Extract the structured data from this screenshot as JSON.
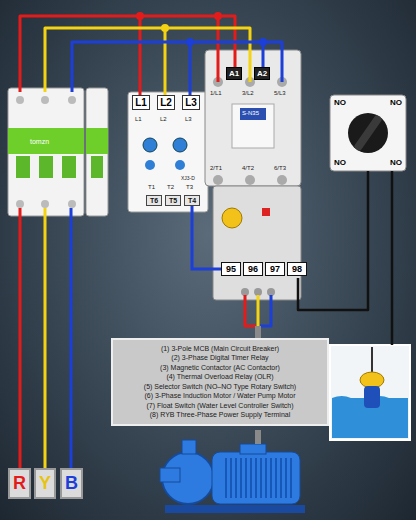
{
  "diagram": {
    "nodes": [
      {
        "text": [
          "L1"
        ]
      },
      {
        "text": [
          "L2"
        ]
      },
      {
        "text": [
          "L3"
        ]
      },
      {
        "text": [
          "A1"
        ]
      },
      {
        "text": [
          "A2"
        ]
      },
      {
        "text": [
          "T6"
        ]
      },
      {
        "text": [
          "T5"
        ]
      },
      {
        "text": [
          "T4"
        ]
      },
      {
        "text": [
          "95"
        ]
      },
      {
        "text": [
          "96"
        ]
      },
      {
        "text": [
          "97"
        ]
      },
      {
        "text": [
          "98"
        ]
      },
      {
        "text": [
          "(1) 3-Pole MCB (Main Circuit Breaker)",
          "(2) 3-Phase Digital Timer Relay",
          "(3) Magnetic Contactor (AC Contactor)",
          "(4) Thermal Overload Relay (OLR)",
          "(5) Selector Switch (NO–NO Type Rotary Switch)",
          "(6) 3-Phase Induction Motor / Water Pump Motor",
          "(7) Float Switch (Water Level Controller Switch)",
          "(8) RYB Three-Phase Power Supply Terminal"
        ]
      },
      {
        "text": [
          "R"
        ]
      },
      {
        "text": [
          "Y"
        ]
      },
      {
        "text": [
          "B"
        ]
      }
    ],
    "edges": [
      {
        "from": 7,
        "to": 8,
        "arrow": "none"
      }
    ],
    "labels": [
      "tomzn",
      "L1",
      "L2",
      "L3",
      "XJ3-D",
      "T1",
      "T2",
      "T3",
      "1/L1",
      "3/L2",
      "5/L3",
      "S-N35",
      "2/T1",
      "4/T2",
      "6/T3",
      "NO",
      "NO",
      "NO",
      "NO"
    ]
  }
}
